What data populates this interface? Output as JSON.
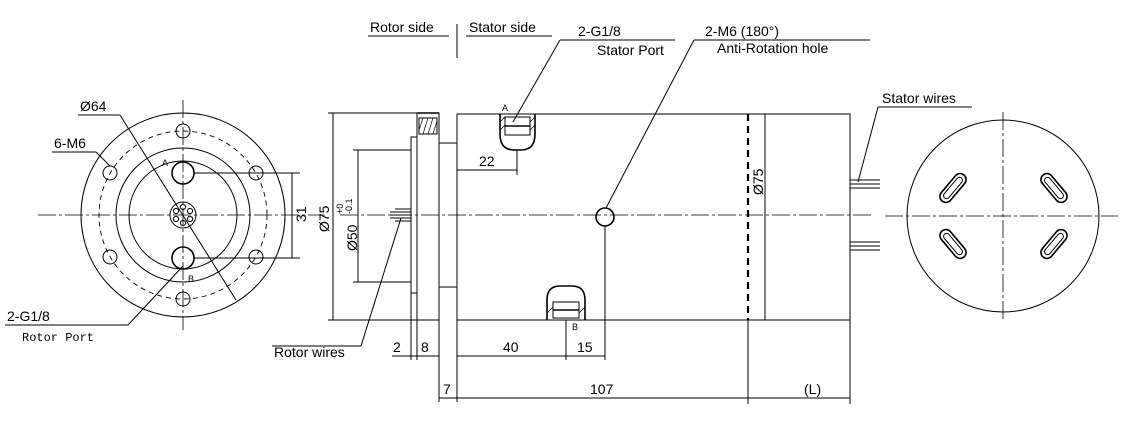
{
  "labels": {
    "rotor_side": "Rotor side",
    "stator_side": "Stator side",
    "stator_port_count": "2-G1/8",
    "stator_port": "Stator Port",
    "anti_rot_count": "2-M6 (180°)",
    "anti_rot": "Anti-Rotation hole",
    "stator_wires": "Stator wires",
    "rotor_wires": "Rotor wires",
    "rotor_port_count": "2-G1/8",
    "rotor_port": "Rotor Port",
    "bolt_circle": "Ø64",
    "mount_holes": "6-M6",
    "port_a": "A",
    "port_b": "B"
  },
  "dimensions": {
    "d31": "31",
    "d75_flange": "Ø75",
    "d50": "Ø50",
    "d50_tol_upper": "+0",
    "d50_tol_lower": "-0.1",
    "d22": "22",
    "d75_body": "Ø75",
    "d2": "2",
    "d8": "8",
    "d40": "40",
    "d15": "15",
    "d7": "7",
    "d107": "107",
    "dL": "(L)"
  }
}
